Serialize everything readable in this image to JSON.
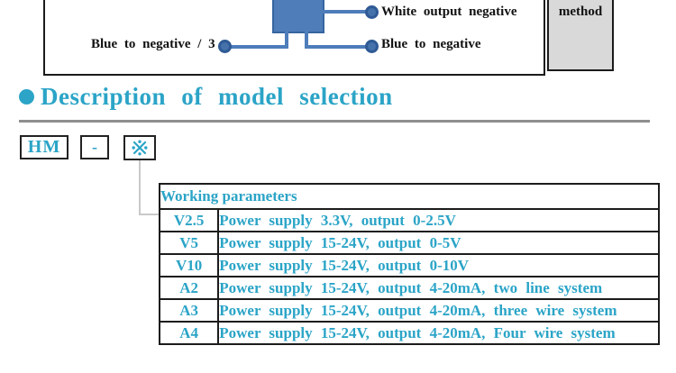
{
  "accent_color": "#2ba4c7",
  "diagram_blue": "#4e7dba",
  "diagram": {
    "white_output_label": "White output negative",
    "blue_negative_right_label": "Blue to negative",
    "blue_negative_left_label": "Blue to negative / 3",
    "method_label": "method"
  },
  "section": {
    "title": "Description of model selection"
  },
  "model_code": {
    "prefix": "HM",
    "separator": "-",
    "placeholder": "※"
  },
  "table": {
    "header": "Working parameters",
    "rows": [
      {
        "code": "V2.5",
        "description": "Power supply 3.3V, output 0-2.5V"
      },
      {
        "code": "V5",
        "description": "Power supply 15-24V, output 0-5V"
      },
      {
        "code": "V10",
        "description": "Power supply 15-24V, output 0-10V"
      },
      {
        "code": "A2",
        "description": "Power supply 15-24V, output 4-20mA, two line system"
      },
      {
        "code": "A3",
        "description": "Power supply 15-24V, output 4-20mA, three wire system"
      },
      {
        "code": "A4",
        "description": "Power supply 15-24V, output 4-20mA, Four wire system"
      }
    ]
  }
}
